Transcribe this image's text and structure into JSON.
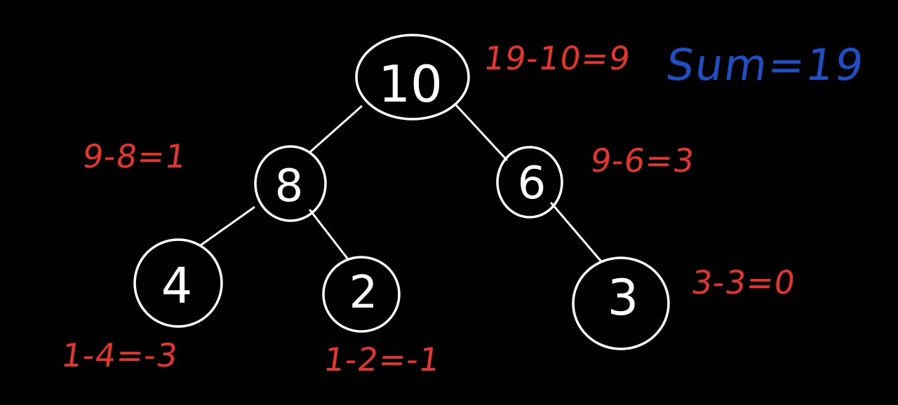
{
  "colors": {
    "background": "#000000",
    "tree": "#ffffff",
    "annotation": "#e8342a",
    "sum": "#1e4fc4"
  },
  "nodes": {
    "root": {
      "value": "10"
    },
    "left": {
      "value": "8"
    },
    "right": {
      "value": "6"
    },
    "left_left": {
      "value": "4"
    },
    "left_right": {
      "value": "2"
    },
    "right_right": {
      "value": "3"
    }
  },
  "annotations": {
    "root": "19-10=9",
    "left": "9-8=1",
    "right": "9-6=3",
    "left_left": "1-4=-3",
    "left_right": "1-2=-1",
    "right_right": "3-3=0"
  },
  "sum_label": "Sum=19"
}
